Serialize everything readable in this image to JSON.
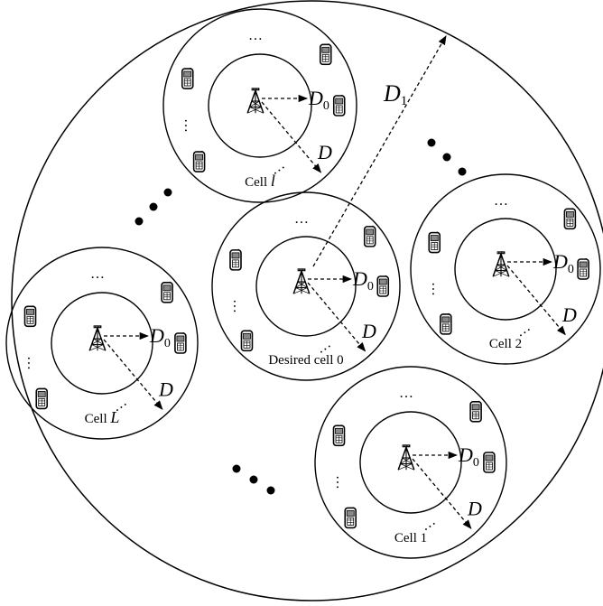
{
  "outer_label": "D",
  "outer_label_sub": "1",
  "cells": [
    {
      "id": "cell-l",
      "label": "Cell ",
      "label_var": "l",
      "d0": "D",
      "d0_sub": "0",
      "d": "D",
      "dots": "…"
    },
    {
      "id": "cell-0",
      "label": "Desired cell 0",
      "label_var": "",
      "d0": "D",
      "d0_sub": "0",
      "d": "D",
      "dots": "…"
    },
    {
      "id": "cell-2",
      "label": "Cell  2",
      "label_var": "",
      "d0": "D",
      "d0_sub": "0",
      "d": "D",
      "dots": "…"
    },
    {
      "id": "cell-big-l",
      "label": "Cell ",
      "label_var": "L",
      "d0": "D",
      "d0_sub": "0",
      "d": "D",
      "dots": "…"
    },
    {
      "id": "cell-1",
      "label": "Cell  1",
      "label_var": "",
      "d0": "D",
      "d0_sub": "0",
      "d": "D",
      "dots": "…"
    }
  ],
  "icons": {
    "base_station": "tower-icon",
    "user": "phone-icon"
  }
}
